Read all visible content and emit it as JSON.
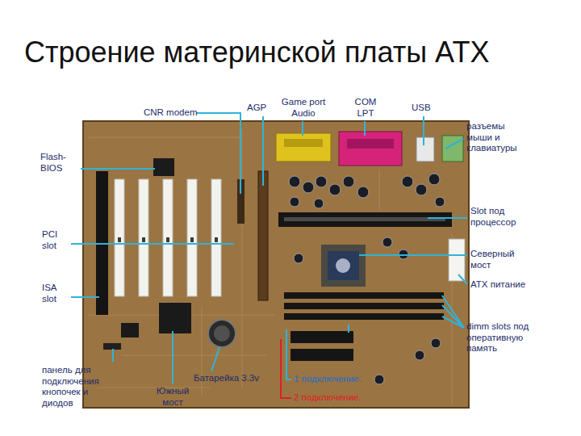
{
  "diagram": {
    "title": "Строение материнской платы ATX",
    "labels": [
      "CNR modem",
      "AGP",
      "Game port Audio",
      "COM LPT",
      "USB",
      "разъемы мыши и клавиатуры",
      "Flash-BIOS",
      "Slot под процессор",
      "PCI slot",
      "Северный мост",
      "ATX питание",
      "ISA slot",
      "dimm slots под оперативную память",
      "панель для подключения кнопочек и диодов",
      "Южный мост",
      "Батарейка 3.3v"
    ],
    "legend": [
      {
        "text": "1 подключение."
      },
      {
        "text": "2 подключение."
      }
    ]
  }
}
